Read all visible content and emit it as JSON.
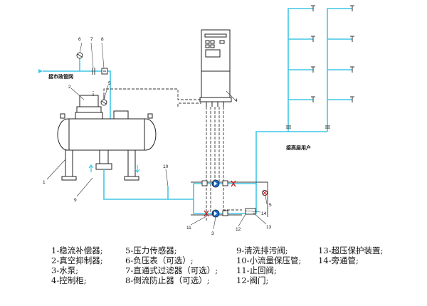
{
  "diagram": {
    "labels": {
      "city_pipe": "接市政管网",
      "high_user": "接高层用户"
    },
    "callouts": [
      "1",
      "2",
      "3",
      "4",
      "5",
      "6",
      "7",
      "8",
      "9",
      "10",
      "11",
      "12",
      "13",
      "14",
      "5"
    ],
    "colors": {
      "water": "#41c6e6",
      "line": "#222222",
      "pump": "#1a6fd8",
      "valve": "#cc2222"
    }
  },
  "legend": {
    "col1": [
      "1-稳流补偿器;",
      "2-真空抑制器;",
      "3-水泵;",
      "4-控制柜;"
    ],
    "col2": [
      "5-压力传感器;",
      "6-负压表（可选）;",
      "7-直通式过滤器（可选）;",
      "8-倒流防止器（可选）;"
    ],
    "col3": [
      "9-清洗排污阀;",
      "10-小流量保压管;",
      "11-止回阀;",
      "12-阀门;"
    ],
    "col4": [
      "13-超压保护装置;",
      "14-旁通管;"
    ]
  }
}
